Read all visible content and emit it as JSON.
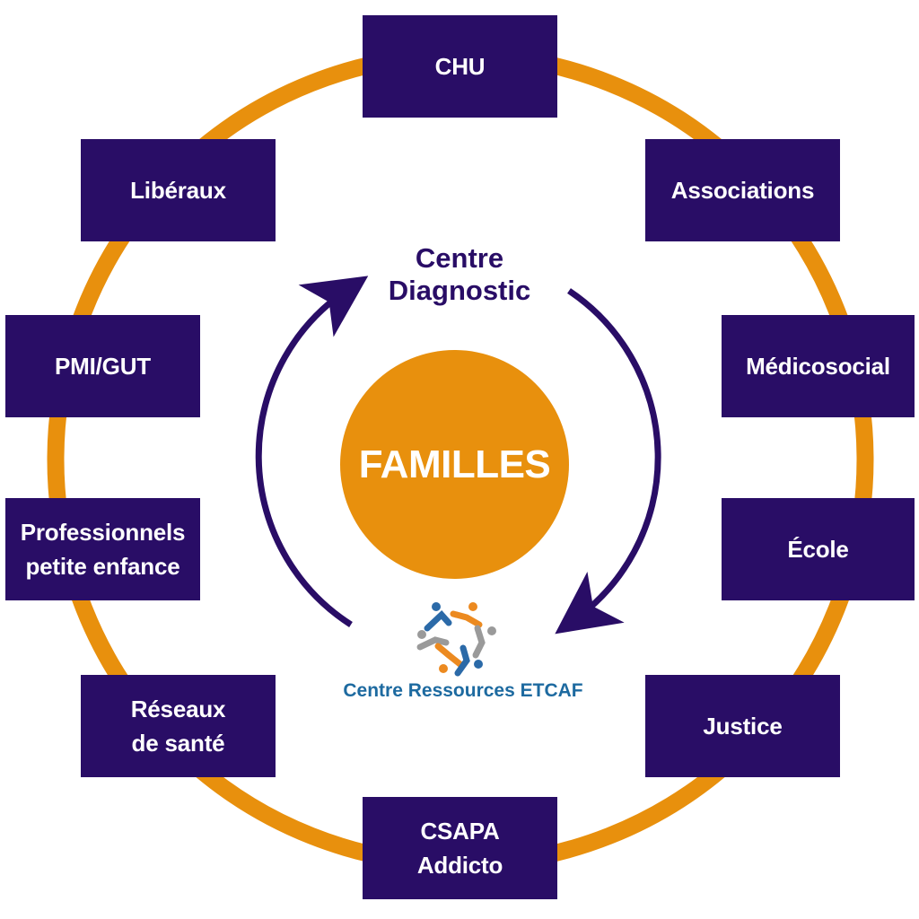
{
  "center": {
    "label": "FAMILLES"
  },
  "diagnostic": {
    "line1": "Centre",
    "line2": "Diagnostic"
  },
  "logo": {
    "text": "Centre Ressources ETCAF"
  },
  "partners": {
    "chu": {
      "line1": "CHU"
    },
    "associations": {
      "line1": "Associations"
    },
    "medicosocial": {
      "line1": "Médicosocial"
    },
    "ecole": {
      "line1": "École"
    },
    "justice": {
      "line1": "Justice"
    },
    "csapa": {
      "line1": "CSAPA",
      "line2": "Addicto"
    },
    "reseaux": {
      "line1": "Réseaux",
      "line2": "de santé"
    },
    "professionnels": {
      "line1": "Professionnels",
      "line2": "petite enfance"
    },
    "pmi": {
      "line1": "PMI/GUT"
    },
    "liberaux": {
      "line1": "Libéraux"
    }
  },
  "colors": {
    "box": "#290d66",
    "ring": "#e8900d",
    "center": "#e8900d",
    "arrow": "#290d66",
    "logo_text": "#1d6aa0",
    "logo_blue": "#2b6aa8",
    "logo_orange": "#ec8a20",
    "logo_gray": "#9a9a9a"
  }
}
